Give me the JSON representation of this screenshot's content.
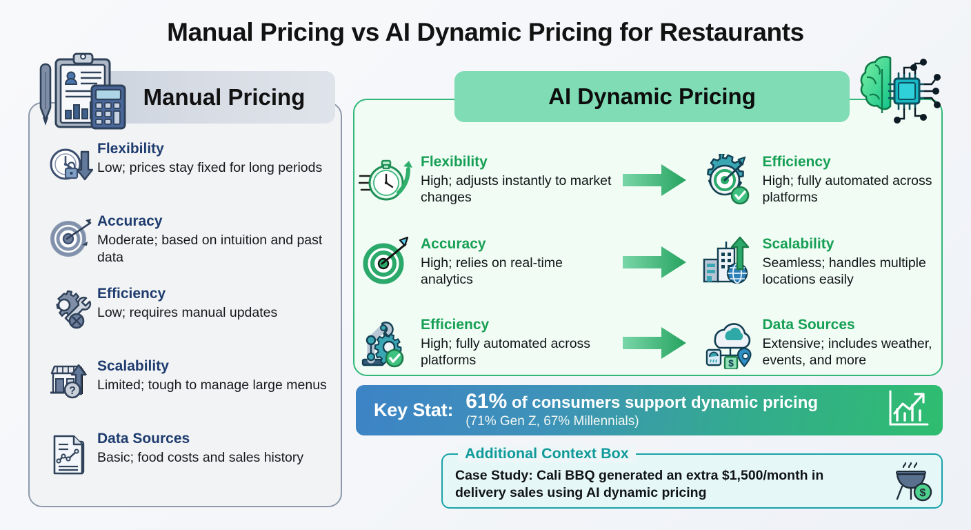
{
  "page": {
    "title": "Manual Pricing vs AI Dynamic Pricing for Restaurants"
  },
  "colors": {
    "background": "#f7f8fa",
    "left_border": "#8d99ab",
    "left_fill": "#f2f3f5",
    "left_header_band": "#d6dbe4",
    "left_heading_text": "#1e3c6e",
    "right_border": "#2fb878",
    "right_fill": "#f0fcf4",
    "right_header_band": "#7fdcb4",
    "right_heading_text": "#17a055",
    "arrow_green": "#2ea866",
    "key_stat_gradient_start": "#3d83c6",
    "key_stat_gradient_end": "#2fbd6f",
    "context_border": "#17a2a8",
    "context_label_text": "#109a9a"
  },
  "left_panel": {
    "header": "Manual Pricing",
    "header_icon": "clipboard-calculator-icon",
    "items": [
      {
        "icon": "clock-lock-down-arrow-icon",
        "heading": "Flexibility",
        "description": "Low; prices stay fixed for long periods"
      },
      {
        "icon": "target-arrow-icon",
        "heading": "Accuracy",
        "description": "Moderate; based on intuition and past data"
      },
      {
        "icon": "gear-wrench-cross-icon",
        "heading": "Efficiency",
        "description": "Low; requires manual updates"
      },
      {
        "icon": "storefront-up-arrow-question-icon",
        "heading": "Scalability",
        "description": "Limited; tough to manage large menus"
      },
      {
        "icon": "document-chart-icon",
        "heading": "Data Sources",
        "description": "Basic; food costs and sales history"
      }
    ]
  },
  "right_panel": {
    "header": "AI Dynamic Pricing",
    "header_icon": "brain-chip-icon",
    "rows": [
      {
        "left": {
          "icon": "stopwatch-up-arrow-icon",
          "heading": "Flexibility",
          "description": "High; adjusts instantly to market changes"
        },
        "arrow": "right-arrow-icon",
        "right": {
          "icon": "gear-target-check-icon",
          "heading": "Efficiency",
          "description": "High; fully automated across platforms"
        }
      },
      {
        "left": {
          "icon": "target-arrow-icon",
          "heading": "Accuracy",
          "description": "High; relies on real-time analytics"
        },
        "arrow": "right-arrow-icon",
        "right": {
          "icon": "buildings-globe-up-arrow-icon",
          "heading": "Scalability",
          "description": "Seamless; handles multiple locations easily"
        }
      },
      {
        "left": {
          "icon": "robot-arm-gear-check-icon",
          "heading": "Efficiency",
          "description": "High; fully automated across platforms"
        },
        "arrow": "right-arrow-icon",
        "right": {
          "icon": "cloud-data-sources-icon",
          "heading": "Data Sources",
          "description": "Extensive; includes weather, events, and more"
        }
      }
    ]
  },
  "key_stat": {
    "label": "Key Stat:",
    "percent": "61%",
    "main_rest": " of consumers support dynamic pricing",
    "sub": "(71% Gen Z, 67% Millennials)",
    "icon": "growth-bar-chart-icon"
  },
  "context_box": {
    "label": "Additional Context Box",
    "text": "Case Study: Cali BBQ generated an extra $1,500/month in delivery sales using AI dynamic pricing",
    "icon": "bbq-grill-dollar-icon"
  }
}
